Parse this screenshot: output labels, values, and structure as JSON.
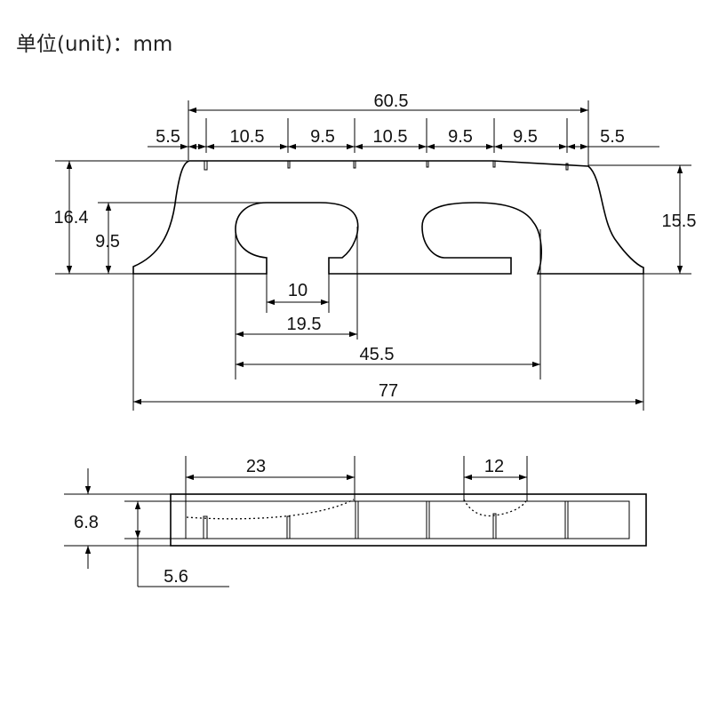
{
  "unit_label": "单位(unit)：mm",
  "top_view": {
    "overall_top_width": "60.5",
    "segments": [
      "5.5",
      "10.5",
      "9.5",
      "10.5",
      "9.5",
      "9.5",
      "5.5"
    ],
    "left_height": "16.4",
    "inner_height": "9.5",
    "right_height": "15.5",
    "neck_width": "10",
    "foot_opening": "19.5",
    "opening_span": "45.5",
    "overall_base_width": "77"
  },
  "bottom_view": {
    "span_a": "23",
    "span_b": "12",
    "height": "6.8",
    "inner_height": "5.6"
  }
}
